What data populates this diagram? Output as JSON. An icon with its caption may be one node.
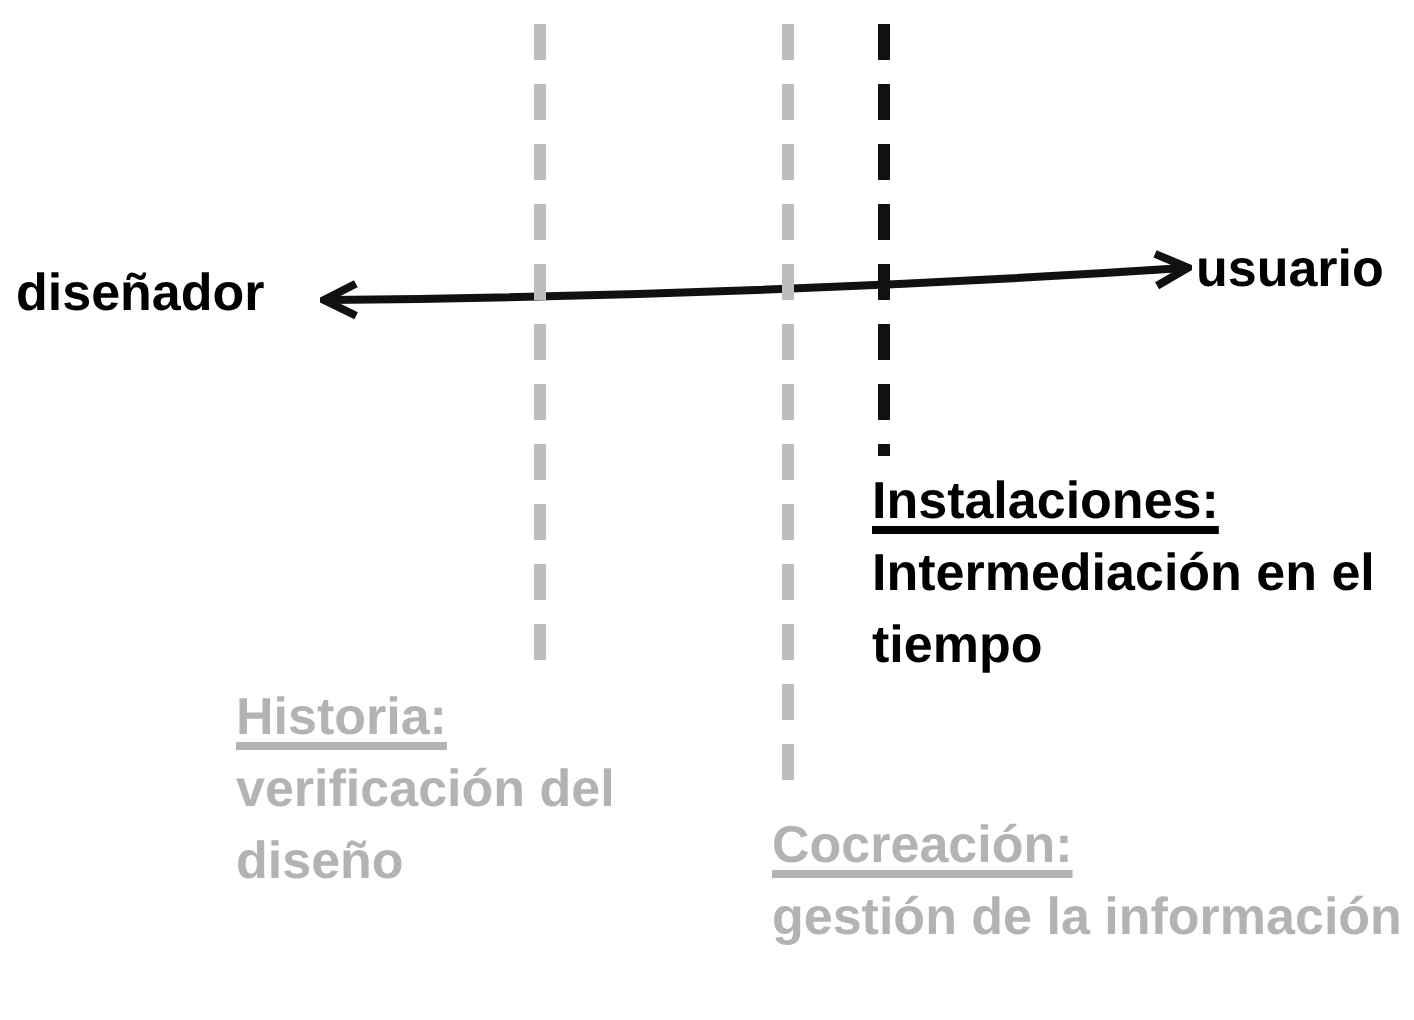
{
  "diagram": {
    "nodes": [
      {
        "text": [
          "diseñador"
        ]
      },
      {
        "text": [
          "usuario"
        ]
      },
      {
        "text": [
          "Instalaciones:",
          "Intermediación en el tiempo"
        ]
      },
      {
        "text": [
          "Historia:",
          "verificación del diseño"
        ]
      },
      {
        "text": [
          "Cocreación:",
          "gestión de la información"
        ]
      }
    ],
    "edges": [
      {
        "from": 0,
        "to": 1,
        "arrow": "both"
      },
      {
        "from": null,
        "to": 3,
        "arrow": "none",
        "style": "dashed",
        "color": "#bdbdbd"
      },
      {
        "from": null,
        "to": 4,
        "arrow": "none",
        "style": "dashed",
        "color": "#bdbdbd"
      },
      {
        "from": null,
        "to": 2,
        "arrow": "none",
        "style": "dashed"
      }
    ]
  }
}
